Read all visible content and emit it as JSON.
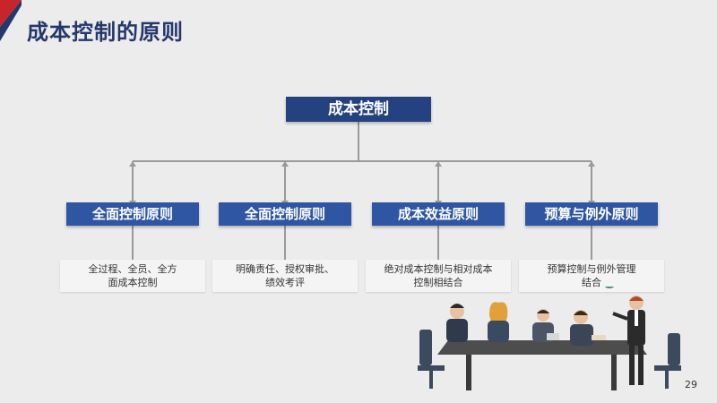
{
  "title": "成本控制的原则",
  "root": {
    "label": "成本控制"
  },
  "principles": [
    {
      "label": "全面控制原则",
      "desc_line1": "全过程、全员、全方",
      "desc_line2": "面成本控制"
    },
    {
      "label": "全面控制原则",
      "desc_line1": "明确责任、授权审批、",
      "desc_line2": "绩效考评"
    },
    {
      "label": "成本效益原则",
      "desc_line1": "绝对成本控制与相对成本",
      "desc_line2": "控制相结合"
    },
    {
      "label": "预算与例外原则",
      "desc_line1": "预算控制与例外管理",
      "desc_line2": "结合"
    }
  ],
  "page_number": "29",
  "colors": {
    "title": "#24386b",
    "root_box": "#23427f",
    "child_box": "#2f56a3",
    "connector": "#9a9a9a",
    "accent_red": "#c8242b"
  },
  "icons": [
    "corner-logo-icon",
    "meeting-illustration-icon"
  ]
}
